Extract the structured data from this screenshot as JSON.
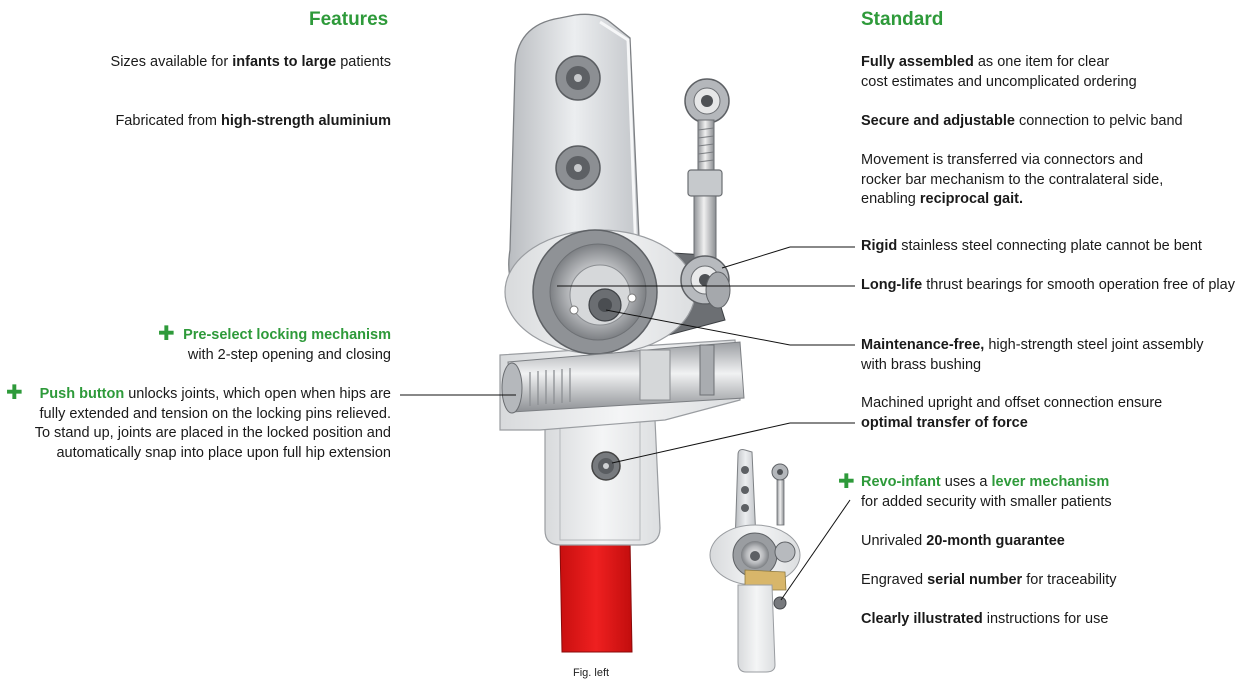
{
  "features": {
    "heading": "Features",
    "items": [
      {
        "pre": "Sizes available for ",
        "bold": "infants to large",
        "post": " patients"
      },
      {
        "pre": "Fabricated from ",
        "bold": "high-strength aluminium",
        "post": ""
      }
    ],
    "preselect": {
      "title": "Pre-select locking mechanism",
      "line2": "with 2-step opening and closing"
    },
    "push": {
      "title": "Push button",
      "line1_rest": " unlocks joints, which open when hips are",
      "line2": "fully extended and tension on the locking pins relieved.",
      "line3": "To stand up, joints are placed in the locked position and",
      "line4": "automatically snap into place upon full hip extension"
    }
  },
  "standard": {
    "heading": "Standard",
    "assembled": {
      "bold": "Fully assembled",
      "rest1": " as one item for clear",
      "line2": "cost estimates and uncomplicated ordering"
    },
    "secure": {
      "bold": "Secure and adjustable",
      "rest": " connection to pelvic band"
    },
    "movement": {
      "line1": "Movement is transferred via connectors and",
      "line2": "rocker bar mechanism to the contralateral side,",
      "line3_pre": "enabling ",
      "line3_bold": "reciprocal gait."
    },
    "rigid": {
      "bold": "Rigid",
      "rest": " stainless steel connecting plate cannot be bent"
    },
    "longlife": {
      "bold": "Long-life",
      "rest": " thrust bearings for smooth operation free of play"
    },
    "maintenance": {
      "bold": "Maintenance-free,",
      "rest1": " high-strength steel joint assembly",
      "line2": "with brass bushing"
    },
    "machined": {
      "line1": "Machined upright and offset connection ensure",
      "line2_bold": "optimal transfer of force"
    },
    "revo": {
      "green1": "Revo-infant",
      "mid": " uses a ",
      "green2": "lever mechanism",
      "line2": "for added security with smaller patients"
    },
    "guarantee": {
      "pre": "Unrivaled ",
      "bold": "20-month guarantee"
    },
    "serial": {
      "pre": "Engraved ",
      "bold": "serial number",
      "post": " for traceability"
    },
    "instructions": {
      "bold": "Clearly illustrated",
      "rest": " instructions for use"
    }
  },
  "caption": "Fig. left",
  "colors": {
    "accent": "#2e9a3a",
    "red_bar": "#e01414",
    "metal": "#c9ccd0"
  }
}
